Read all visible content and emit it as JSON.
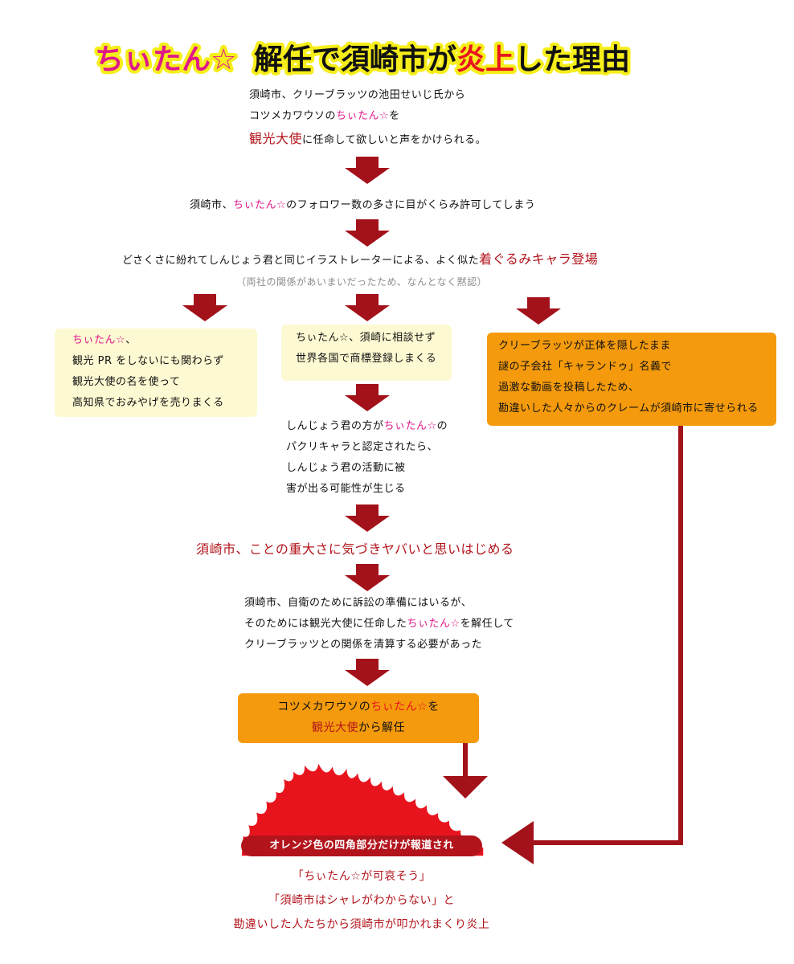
{
  "title": {
    "part1": "ちぃたん☆",
    "part2": "解任で須崎市が",
    "part3": "炎上",
    "part4": "した理由"
  },
  "step1": {
    "line1": "須崎市、クリーブラッツの池田せいじ氏から",
    "line2_pre": "コツメカワウソの",
    "line2_pink": "ちぃたん☆",
    "line2_post": "を",
    "line3_red": "観光大使",
    "line3_post": "に任命して欲しいと声をかけられる。"
  },
  "step2": {
    "pre": "須崎市、",
    "pink": "ちぃたん☆",
    "post": "のフォロワー数の多さに目がくらみ許可してしまう"
  },
  "step3": {
    "pre": "どさくさに紛れてしんじょう君と同じイラストレーターによる、よく似た",
    "red": "着ぐるみキャラ登場",
    "note": "（両社の関係があいまいだったため、なんとなく黙認）"
  },
  "left_box": {
    "line1_pink": "ちぃたん☆",
    "line1_post": "、",
    "line2": "観光 PR をしないにも関わらず",
    "line3": "観光大使の名を使って",
    "line4": "高知県でおみやげを売りまくる"
  },
  "mid_box": {
    "line1": "ちぃたん☆、須崎に相談せず",
    "line2": "世界各国で商標登録しまくる"
  },
  "right_box": {
    "line1": "クリーブラッツが正体を隠したまま",
    "line2": "謎の子会社「キャランドゥ」名義で",
    "line3": "過激な動画を投稿したため、",
    "line4": "勘違いした人々からのクレームが須崎市に寄せられる"
  },
  "step4": {
    "line1_pre": "しんじょう君の方が",
    "line1_pink": "ちぃたん☆",
    "line1_post": "の",
    "line2": "パクリキャラと認定されたら、",
    "line3": "しんじょう君の活動に被",
    "line4": "害が出る可能性が生じる"
  },
  "step5": {
    "text": "須崎市、ことの重大さに気づきヤバいと思いはじめる"
  },
  "step6": {
    "line1": "須崎市、自衛のために訴訟の準備にはいるが、",
    "line2_pre": "そのためには観光大使に任命した",
    "line2_pink": "ちぃたん☆",
    "line2_post": "を解任して",
    "line3": "クリーブラッツとの関係を清算する必要があった"
  },
  "final_box": {
    "line1_pre": "コツメカワウソの",
    "line1_pink": "ちぃたん☆",
    "line1_post": "を",
    "line2_red": "観光大使",
    "line2_post": "から解任"
  },
  "fire_label": "オレンジ色の四角部分だけが報道され",
  "outcome": {
    "line1": "「ちぃたん☆が可哀そう」",
    "line2": "「須崎市はシャレがわからない」と",
    "line3": "勘違いした人たちから須崎市が叩かれまくり炎上"
  },
  "colors": {
    "arrow": "#a3121a",
    "orange_box": "#f49a0c",
    "yellow_box": "#fdf9d2",
    "pink": "#e0198a",
    "fire": "#e8141d"
  }
}
